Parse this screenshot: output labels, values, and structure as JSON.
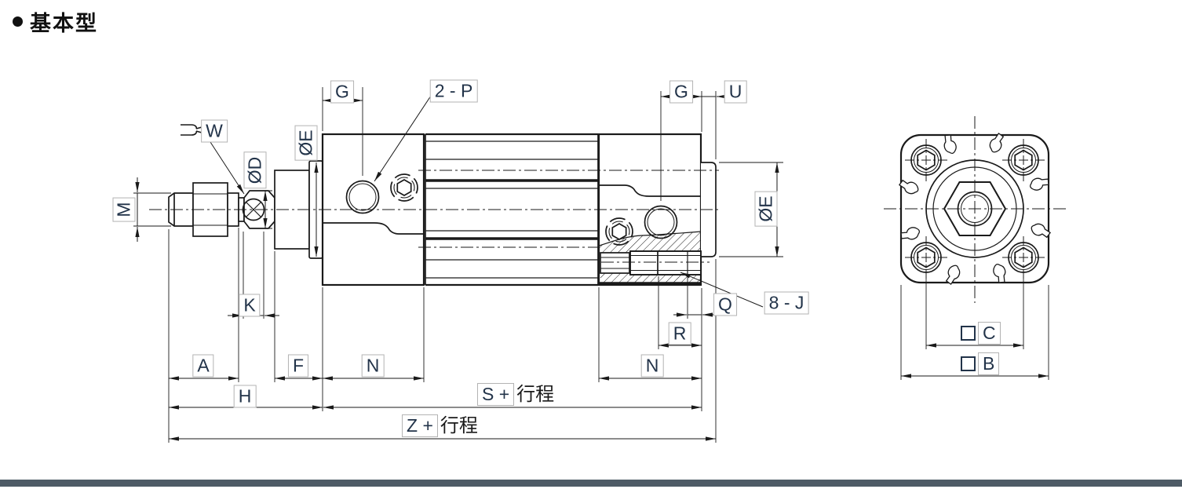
{
  "title": {
    "bullet": "●",
    "text": "基本型"
  },
  "dimension_labels": {
    "g_front": "G",
    "ports": "2 - P",
    "g_rear": "G",
    "u": "U",
    "w": "W",
    "od": "ØD",
    "oe_left": "ØE",
    "m": "M",
    "k": "K",
    "a": "A",
    "f": "F",
    "n_front": "N",
    "h": "H",
    "s_prefix": "S +",
    "z_prefix": "Z +",
    "stroke_word": "行程",
    "n_rear": "N",
    "r": "R",
    "q": "Q",
    "thread_holes": "8 - J",
    "oe_right": "ØE",
    "c": "C",
    "b": "B"
  },
  "icons": {
    "wrench": "open-end-wrench-icon",
    "square_c": "square-symbol",
    "square_b": "square-symbol",
    "bullet": "filled-circle"
  },
  "colors": {
    "line": "#1a1a1a",
    "label_text": "#223349",
    "label_border": "#b3b3b3",
    "footer_bar": "#4e5b66",
    "background": "#ffffff"
  }
}
